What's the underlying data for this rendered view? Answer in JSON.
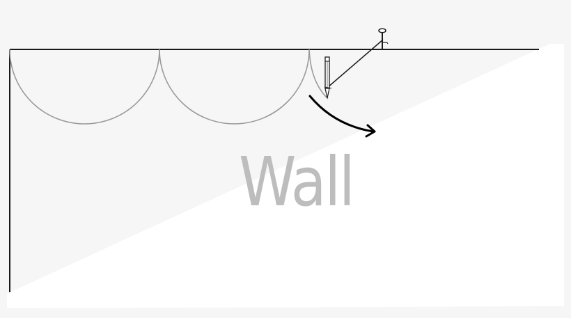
{
  "diagram": {
    "label": "Wall",
    "colors": {
      "background": "#f6f6f6",
      "wall_region": "#ffffff",
      "line": "#1a1a1a",
      "scallop": "#9a9a9a",
      "label": "#bdbdbd"
    },
    "elements": {
      "top_line": "horizontal top edge line",
      "left_line": "vertical left edge line",
      "scallops": [
        "scallop-arc-1",
        "scallop-arc-2",
        "scallop-arc-3-partial"
      ],
      "nail": "nail-icon",
      "string": "string from nail to pencil",
      "pencil": "pencil-icon",
      "arrow": "curved-arrow-icon"
    }
  }
}
